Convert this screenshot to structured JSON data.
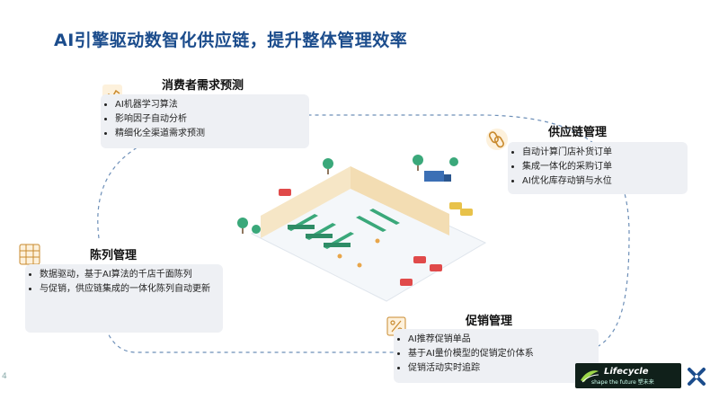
{
  "title": "AI引擎驱动数智化供应链，提升整体管理效率",
  "sections": {
    "demand": {
      "title": "消费者需求预测",
      "icon": "chart-trend-icon",
      "items": [
        "AI机器学习算法",
        "影响因子自动分析",
        "精细化全渠道需求预测"
      ]
    },
    "supply": {
      "title": "供应链管理",
      "icon": "chain-link-icon",
      "items": [
        "自动计算门店补货订单",
        "集成一体化的采购订单",
        "AI优化库存动销与水位"
      ]
    },
    "display": {
      "title": "陈列管理",
      "icon": "shelf-icon",
      "items": [
        "数据驱动，基于AI算法的千店千面陈列",
        "与促销，供应链集成的一体化陈列自动更新"
      ]
    },
    "promo": {
      "title": "促销管理",
      "icon": "discount-tag-icon",
      "items": [
        "AI推荐促销单品",
        "基于AI量价模型的促销定价体系",
        "促销活动实时追踪"
      ]
    }
  },
  "page_number": "4",
  "logo": {
    "name": "Lifecycle",
    "tagline": "shape the future 塑未来"
  },
  "colors": {
    "title": "#1b4c8c",
    "card_bg": "#eef0f4",
    "accent_orange": "#e8a64a",
    "accent_green": "#3aa87a",
    "loop": "#6d8fb8"
  }
}
